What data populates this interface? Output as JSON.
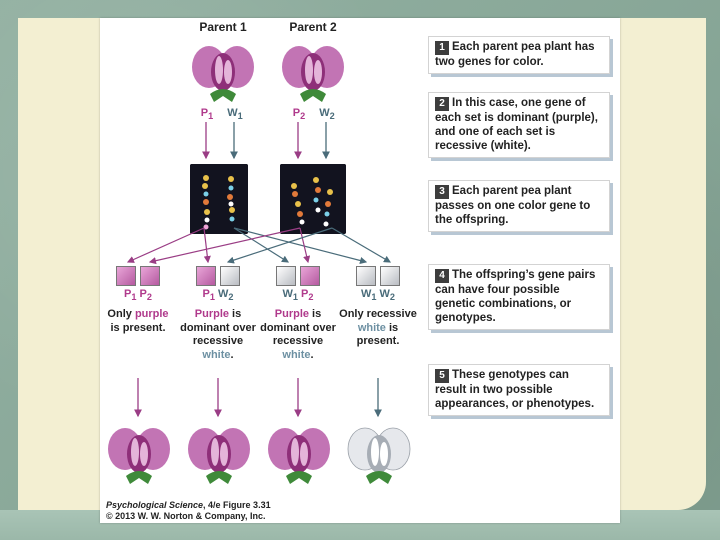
{
  "parents": [
    {
      "title": "Parent 1",
      "genes": [
        "P",
        "W"
      ],
      "sub": "1"
    },
    {
      "title": "Parent 2",
      "genes": [
        "P",
        "W"
      ],
      "sub": "2"
    }
  ],
  "callouts": [
    {
      "num": "1",
      "text": "Each parent pea plant has two genes for color."
    },
    {
      "num": "2",
      "text": "In this case, one gene of each set is dominant (purple), and one of each set is recessive (white)."
    },
    {
      "num": "3",
      "text": "Each parent pea plant passes on one color gene to the offspring."
    },
    {
      "num": "4",
      "text": "The offspring’s gene pairs can have four possible genetic combinations, or genotypes."
    },
    {
      "num": "5",
      "text": "These genotypes can result in two possible appearances, or phenotypes."
    }
  ],
  "offspring": [
    {
      "pair": "P1 P2",
      "colors": [
        "purple",
        "purple"
      ],
      "desc": [
        "Only ",
        "purple",
        " is present."
      ]
    },
    {
      "pair": "P1 W2",
      "colors": [
        "purple",
        "white"
      ],
      "desc": [
        "Purple",
        " is dominant over recessive ",
        "white",
        "."
      ]
    },
    {
      "pair": "W1 P2",
      "colors": [
        "white",
        "purple"
      ],
      "desc": [
        "Purple",
        " is dominant over recessive ",
        "white",
        "."
      ]
    },
    {
      "pair": "W1 W2",
      "colors": [
        "white",
        "white"
      ],
      "desc": [
        "Only recessive ",
        "white",
        " is present."
      ]
    }
  ],
  "phenotypes": [
    "purple",
    "purple",
    "purple",
    "white"
  ],
  "credit": {
    "book": "Psychological Science",
    "rest1": ", 4/e Figure 3.31",
    "line2": "© 2013 W. W. Norton & Company, Inc."
  },
  "colors": {
    "purple_text": "#b03a8c",
    "white_text": "#6d90a2",
    "arrow_purple": "#9a3d85",
    "arrow_white": "#4a6c7a"
  }
}
